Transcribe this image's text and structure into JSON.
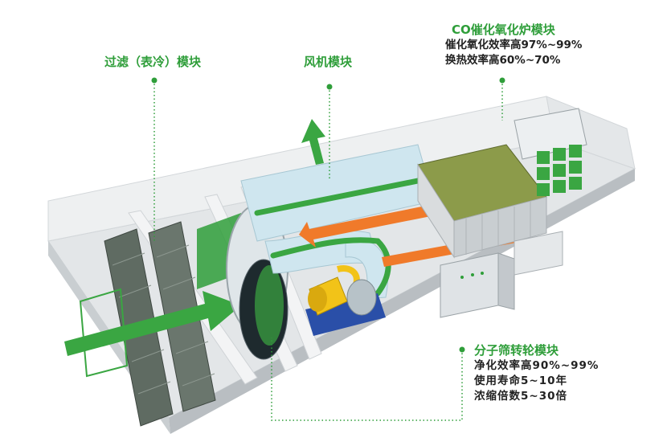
{
  "colors": {
    "accent_green": "#2f9e3a",
    "flow_green": "#3aa642",
    "flow_orange": "#f07a2a",
    "housing": "#e9ecee",
    "filter_panel": "#5f6b62",
    "cabinet": "#dfe3e6",
    "fan_yellow": "#f2c318",
    "fan_base": "#2a4fa8"
  },
  "callouts": {
    "filter": {
      "title": "过滤（表冷）模块"
    },
    "fan": {
      "title": "风机模块"
    },
    "co_oxidizer": {
      "title": "CO催化氧化炉模块",
      "lines": [
        "催化氧化效率高97%~99%",
        "换热效率高60%~70%"
      ]
    },
    "zeolite_rotor": {
      "title": "分子筛转轮模块",
      "lines": [
        "净化效率高90%~99%",
        "使用寿命5~10年",
        "浓缩倍数5~30倍"
      ]
    }
  }
}
